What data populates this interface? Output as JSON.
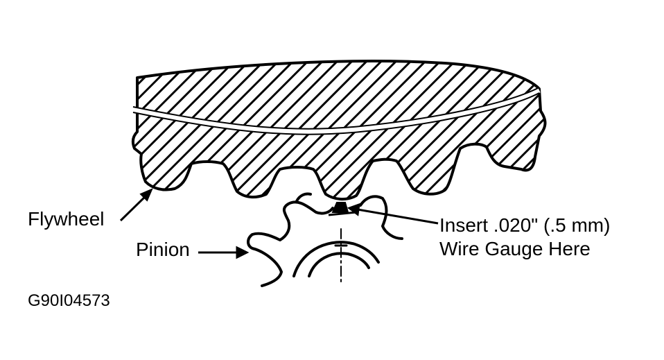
{
  "diagram": {
    "labels": {
      "flywheel": "Flywheel",
      "pinion": "Pinion",
      "insert_line1": "Insert .020\" (.5 mm)",
      "insert_line2": "Wire Gauge Here",
      "figure_code": "G90I04573"
    },
    "colors": {
      "ink": "#000000",
      "paper": "#ffffff"
    }
  }
}
